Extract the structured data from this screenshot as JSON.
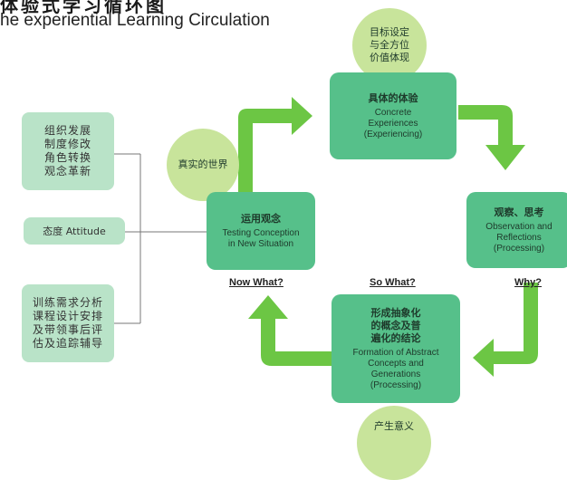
{
  "header": {
    "title_cn": "体验式学习循环图",
    "title_en": "he experiential Learning Circulation"
  },
  "left_column": {
    "box1": "组织发展\n制度修改\n角色转换\n观念革新",
    "box2": "态度 Attitude",
    "box3": "训练需求分析\n课程设计安排\n及带领事后评\n估及追踪辅导"
  },
  "circles": {
    "top": "目标设定\n与全方位\n价值体现",
    "left": "真实的世界",
    "bottom": "产生意义"
  },
  "boxes": {
    "concrete": {
      "cn": "具体的体验",
      "en": "Concrete\nExperiences\n(Experiencing)"
    },
    "observation": {
      "cn": "观察、思考",
      "en": "Observation and\nReflections\n(Processing)"
    },
    "formation": {
      "cn": "形成抽象化\n的概念及普\n遍化的结论",
      "en": "Formation of Abstract\nConcepts and\nGenerations\n(Processing)"
    },
    "testing": {
      "cn": "运用观念",
      "en": "Testing Conception\nin New Situation"
    }
  },
  "questions": {
    "now_what": "Now What?",
    "so_what": "So What?",
    "why": "Why?"
  },
  "colors": {
    "box": "#56c08a",
    "left_box": "#b9e3c8",
    "circle": "#c8e49b",
    "arrow": "#6cc644"
  }
}
